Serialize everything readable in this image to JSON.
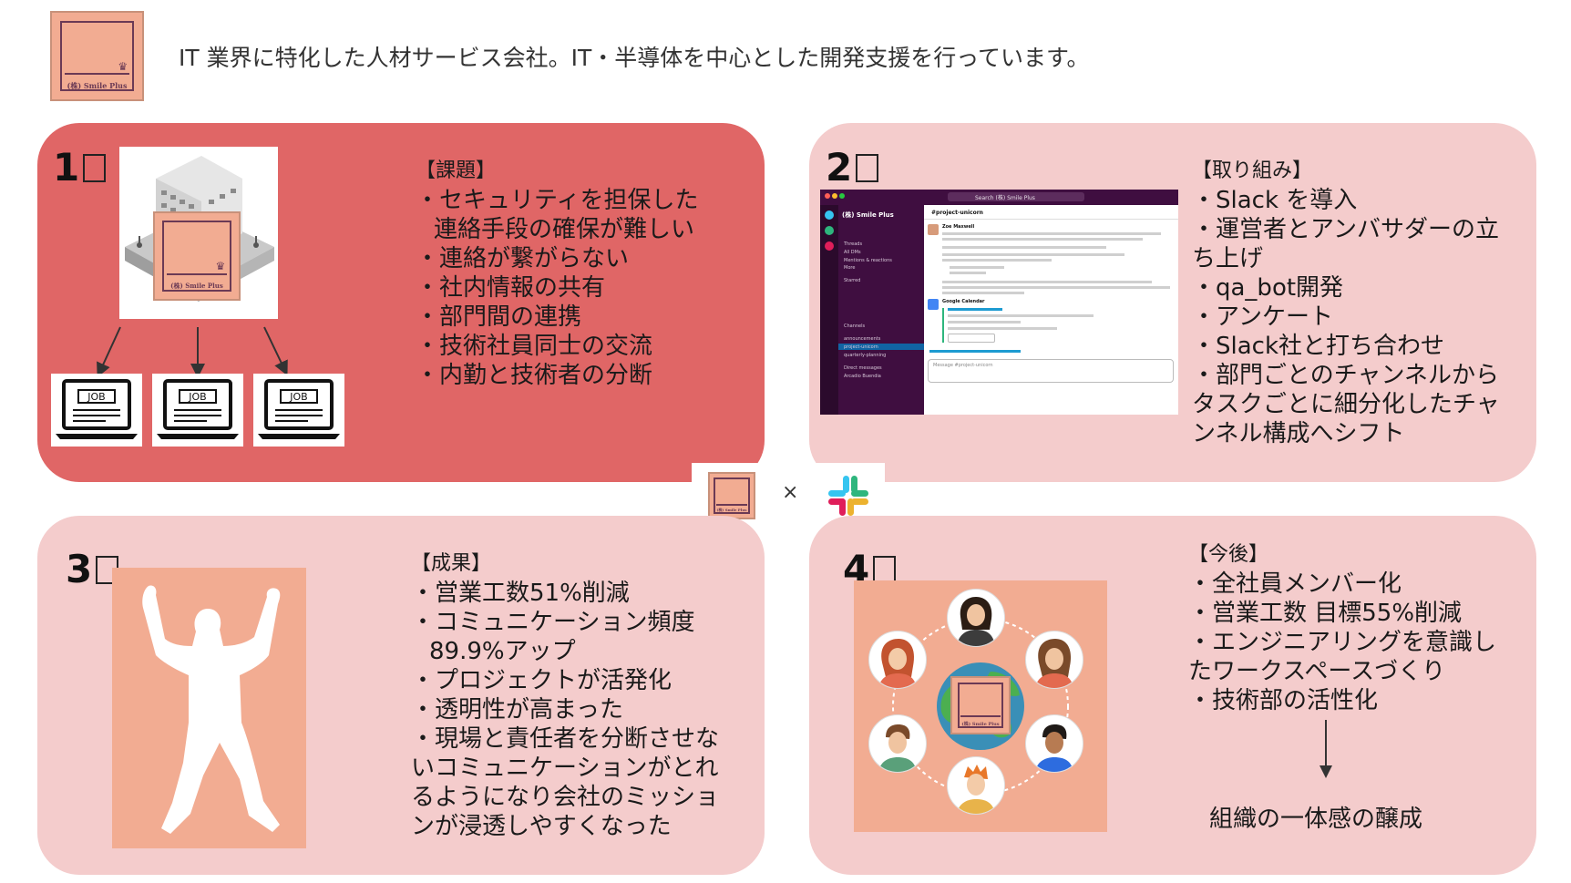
{
  "header": {
    "logo_text": "(株) Smile Plus",
    "tagline": "IT 業界に特化した人材サービス会社。IT・半導体を中心とした開発支援を行っています。"
  },
  "panel1": {
    "number": "1",
    "title": "【課題】",
    "items": [
      {
        "text": "・セキュリティを担保した"
      },
      {
        "text": "連絡手段の確保が難しい",
        "indent": true
      },
      {
        "text": "・連絡が繋がらない"
      },
      {
        "text": "・社内情報の共有"
      },
      {
        "text": "・部門間の連携"
      },
      {
        "text": "・技術社員同士の交流"
      },
      {
        "text": "・内勤と技術者の分断"
      }
    ],
    "laptop_label": "JOB",
    "logo_text": "(株) Smile Plus"
  },
  "panel2": {
    "number": "2",
    "title": "【取り組み】",
    "items": [
      "・Slack を導入",
      "・運営者とアンバサダーの立",
      "ち上げ",
      "・qa_bot開発",
      "・アンケート",
      "・Slack社と打ち合わせ",
      "・部門ごとのチャンネルから",
      "タスクごとに細分化したチャ",
      "ンネル構成へシフト"
    ],
    "slack": {
      "search": "Search (株) Smile Plus",
      "workspace": "(株) Smile Plus",
      "channel": "#project-unicorn",
      "sidebar": [
        "Threads",
        "All DMs",
        "Mentions & reactions",
        "More",
        "Starred",
        "Channels",
        "announcements",
        "project-unicorn",
        "quarterly-planning",
        "Direct messages",
        "Arcadio Buendia"
      ],
      "author1": "Zoe Maxwell",
      "author2": "Google Calendar",
      "composer": "Message #project-unicorn"
    }
  },
  "panel3": {
    "number": "3",
    "title": "【成果】",
    "items": [
      {
        "text": "・営業工数51%削減"
      },
      {
        "text": "・コミュニケーション頻度"
      },
      {
        "text": "89.9%アップ",
        "indent": true
      },
      {
        "text": "・プロジェクトが活発化"
      },
      {
        "text": "・透明性が高まった"
      },
      {
        "text": "・現場と責任者を分断させな"
      },
      {
        "text": "いコミュニケーションがとれ"
      },
      {
        "text": "るようになり会社のミッショ"
      },
      {
        "text": "ンが浸透しやすくなった"
      }
    ]
  },
  "panel4": {
    "number": "4",
    "title": "【今後】",
    "items": [
      "・全社員メンバー化",
      "・営業工数 目標55%削減",
      "・エンジニアリングを意識し",
      "たワークスペースづくり",
      "・技術部の活性化"
    ],
    "result": "組織の一体感の醸成",
    "logo_text": "(株) Smile Plus"
  },
  "center": {
    "times": "×",
    "logo_text": "(株) Smile Plus"
  },
  "colors": {
    "panel1": "#e06666",
    "panel_light": "#f4cccc",
    "salmon": "#f2ac92",
    "logo_border": "#6b3a55",
    "slack_purple": "#3f0e40"
  }
}
